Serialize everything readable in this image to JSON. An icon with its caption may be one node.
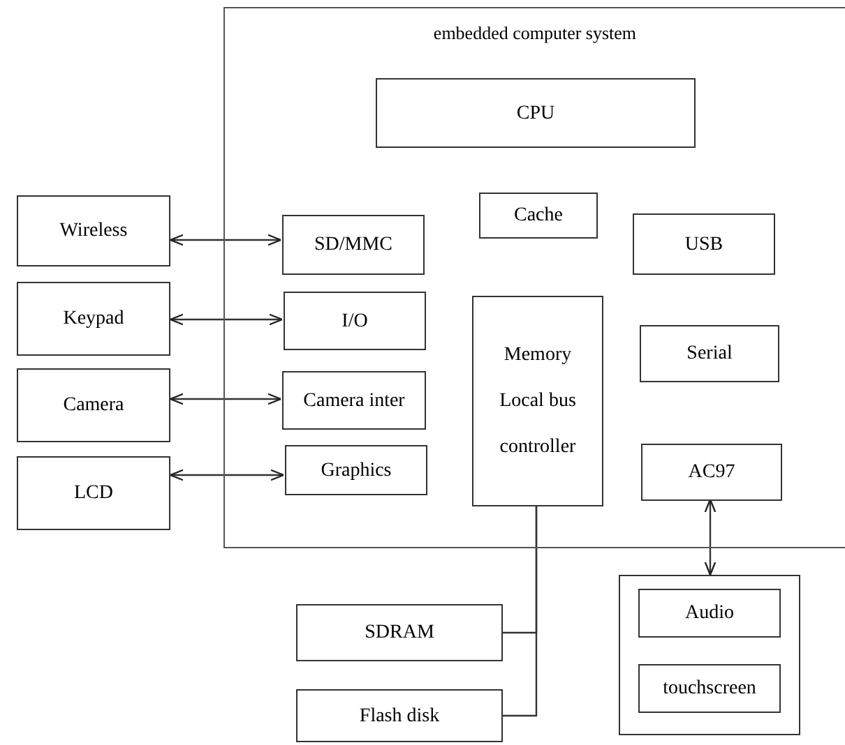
{
  "diagram": {
    "nodes": [
      {
        "text": [
          "embedded computer system"
        ]
      },
      {
        "text": [
          "CPU"
        ],
        "in": 0
      },
      {
        "text": [
          "Cache"
        ],
        "in": 0
      },
      {
        "text": [
          "USB"
        ],
        "in": 0
      },
      {
        "text": [
          "Wireless"
        ]
      },
      {
        "text": [
          "SD/MMC"
        ],
        "in": 0
      },
      {
        "text": [
          "Keypad"
        ]
      },
      {
        "text": [
          "I/O"
        ],
        "in": 0
      },
      {
        "text": [
          "Memory Local bus controller"
        ],
        "in": 0
      },
      {
        "text": [
          "Serial"
        ],
        "in": 0
      },
      {
        "text": [
          "Camera"
        ]
      },
      {
        "text": [
          "Camera inter"
        ],
        "in": 0
      },
      {
        "text": [
          "LCD"
        ]
      },
      {
        "text": [
          "Graphics"
        ],
        "in": 0
      },
      {
        "text": [
          "AC97"
        ],
        "in": 0
      },
      {
        "text": [
          "SDRAM"
        ]
      },
      {
        "text": [],
        "shape": "box"
      },
      {
        "text": [
          "Audio"
        ],
        "in": 16
      },
      {
        "text": [
          "Flash disk"
        ]
      },
      {
        "text": [
          "touchscreen"
        ],
        "in": 16
      }
    ],
    "edges": [
      {
        "from": 4,
        "to": 5,
        "arrow": "both"
      },
      {
        "from": 6,
        "to": 7,
        "arrow": "both"
      },
      {
        "from": 10,
        "to": 11,
        "arrow": "both"
      },
      {
        "from": 12,
        "to": 13,
        "arrow": "both"
      },
      {
        "from": 14,
        "to": 16,
        "arrow": "both"
      },
      {
        "from": 8,
        "to": 15,
        "arrow": "none"
      },
      {
        "from": 8,
        "to": 18,
        "arrow": "none"
      }
    ]
  }
}
